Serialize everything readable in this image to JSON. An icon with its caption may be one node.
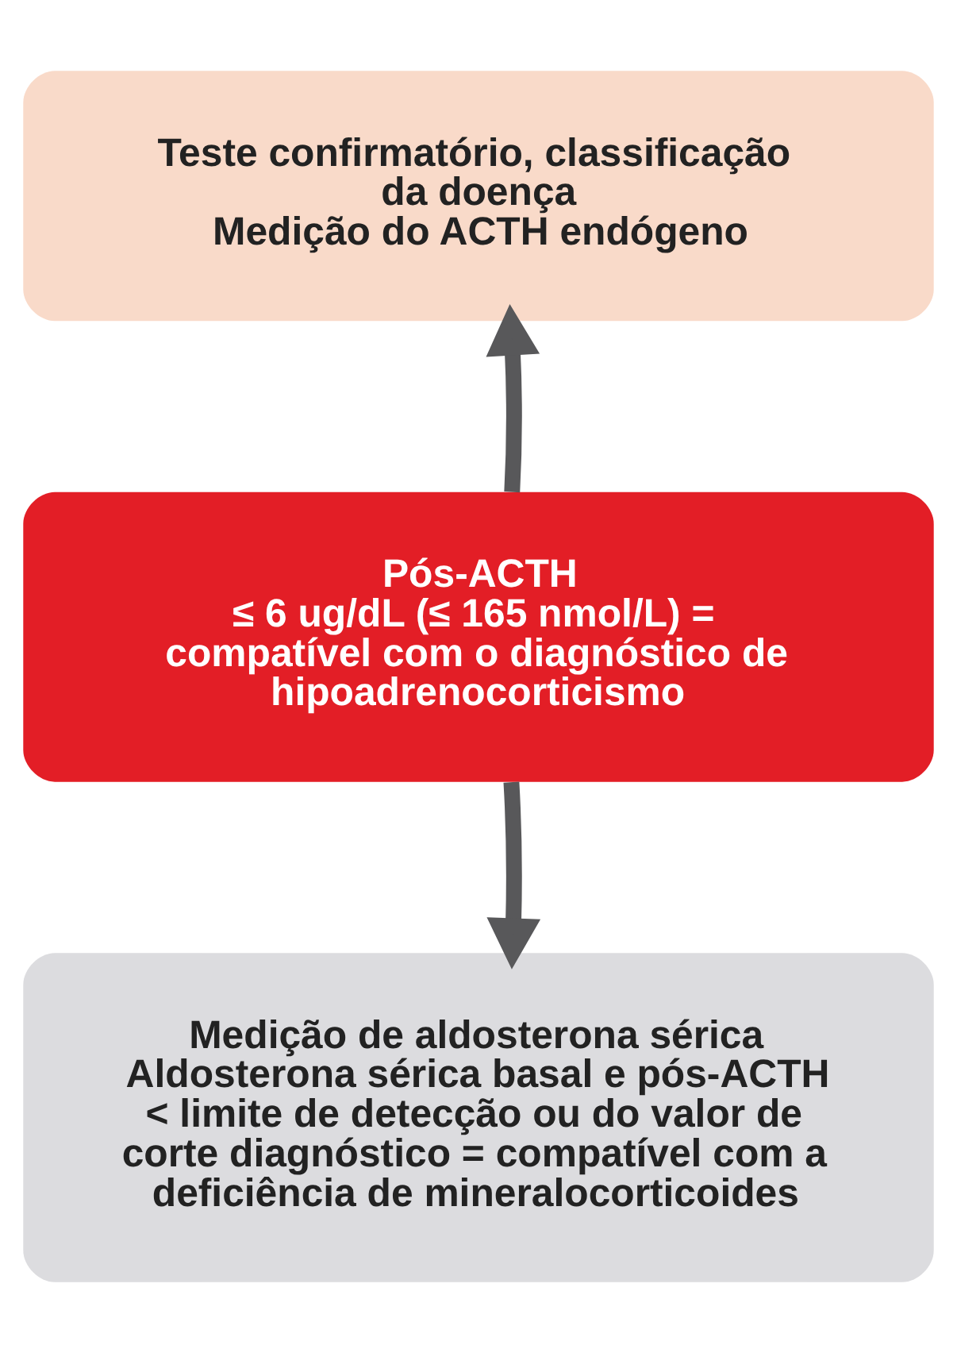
{
  "diagram": {
    "nodes": [
      {
        "text": [
          "Teste confirmatório, classificação da doença",
          "Medição do ACTH endógeno"
        ]
      },
      {
        "text": [
          "Pós-ACTH",
          "≤ 6 ug/dL (≤ 165 nmol/L) = compatível com o diagnóstico de hipoadrenocorticismo"
        ]
      },
      {
        "text": [
          "Medição de aldosterona sérica",
          "Aldosterona sérica basal e pós-ACTH < limite de detecção ou do valor de corte diagnóstico = compatível com a deficiência de mineralocorticoides"
        ]
      }
    ],
    "edges": [
      {
        "from": 1,
        "to": 0,
        "arrow": "to"
      },
      {
        "from": 1,
        "to": 2,
        "arrow": "to"
      }
    ]
  }
}
